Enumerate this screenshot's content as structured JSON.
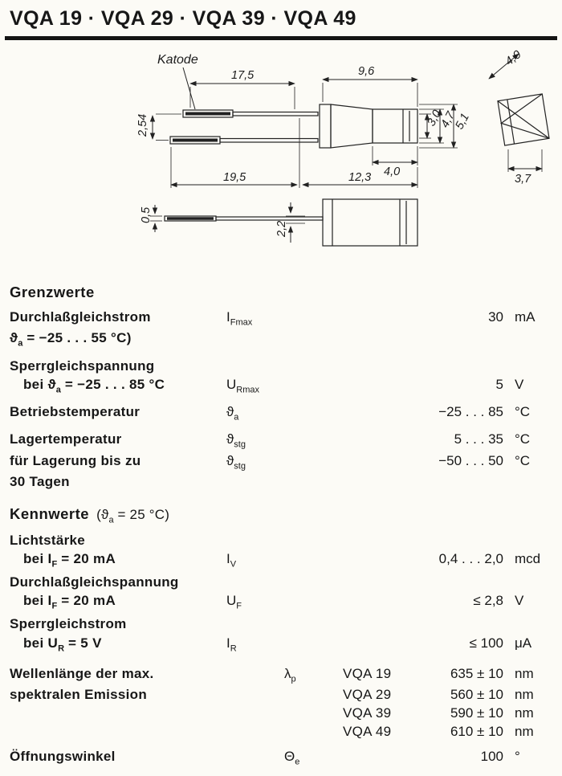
{
  "page": {
    "title": "VQA 19 · VQA 29 · VQA 39 · VQA 49"
  },
  "drawing": {
    "katode": "Katode",
    "dims": {
      "d17_5": "17,5",
      "d9_6": "9,6",
      "d4_0_top": "4,0",
      "d2_54": "2,54",
      "d3_0": "3,0",
      "d4_7": "4,7",
      "d5_1": "5,1",
      "d4_0_mid": "4,0",
      "d19_5": "19,5",
      "d12_3": "12,3",
      "d3_7": "3,7",
      "d0_5": "0,5",
      "d2_2": "2,2"
    }
  },
  "grenzwerte": {
    "heading": "Grenzwerte",
    "durchlass": {
      "label": "Durchlaßgleichstrom",
      "cond_pre": "ϑ",
      "cond_sub": "a",
      "cond_post": " = −25 . . . 55 °C)",
      "sym": "I",
      "symsub": "Fmax",
      "value": "30",
      "unit": "mA"
    },
    "sperr_head": "Sperrgleichspannung",
    "sperr": {
      "pre": "bei ϑ",
      "sub": "a",
      "post": " = −25 . . . 85 °C",
      "sym": "U",
      "symsub": "Rmax",
      "value": "5",
      "unit": "V"
    },
    "betrieb": {
      "label": "Betriebstemperatur",
      "sym": "ϑ",
      "symsub": "a",
      "value": "−25 . . . 85",
      "unit": "°C"
    },
    "lager": {
      "label": "Lagertemperatur",
      "sym": "ϑ",
      "symsub": "stg",
      "value": "5 . . . 35",
      "unit": "°C"
    },
    "lager2": {
      "label": "für Lagerung bis zu",
      "sym": "ϑ",
      "symsub": "stg",
      "value": "−50 . . . 50",
      "unit": "°C"
    },
    "lager3": "30 Tagen"
  },
  "kennwerte": {
    "heading_pre": "Kennwerte",
    "cond_pre": "(ϑ",
    "cond_sub": "a",
    "cond_post": " = 25 °C)",
    "licht_head": "Lichtstärke",
    "licht": {
      "pre": "bei I",
      "sub": "F",
      "post": " = 20 mA",
      "sym": "I",
      "symsub": "V",
      "value": "0,4 . . . 2,0",
      "unit": "mcd"
    },
    "uf_head": "Durchlaßgleichspannung",
    "uf": {
      "pre": "bei I",
      "sub": "F",
      "post": " = 20 mA",
      "sym": "U",
      "symsub": "F",
      "value": "≤ 2,8",
      "unit": "V"
    },
    "ir_head": "Sperrgleichstrom",
    "ir": {
      "pre": "bei U",
      "sub": "R",
      "post": " = 5 V",
      "sym": "I",
      "symsub": "R",
      "value": "≤ 100",
      "unit": "μA"
    },
    "wavelength": {
      "label1": "Wellenlänge der max.",
      "label2": "spektralen Emission",
      "sym": "λ",
      "symsub": "p",
      "models": [
        {
          "name": "VQA 19",
          "value": "635 ± 10",
          "unit": "nm"
        },
        {
          "name": "VQA 29",
          "value": "560 ± 10",
          "unit": "nm"
        },
        {
          "name": "VQA 39",
          "value": "590 ± 10",
          "unit": "nm"
        },
        {
          "name": "VQA 49",
          "value": "610 ± 10",
          "unit": "nm"
        }
      ]
    },
    "winkel": {
      "label": "Öffnungswinkel",
      "sym": "Θ",
      "symsub": "e",
      "value": "100",
      "unit": "°"
    }
  }
}
